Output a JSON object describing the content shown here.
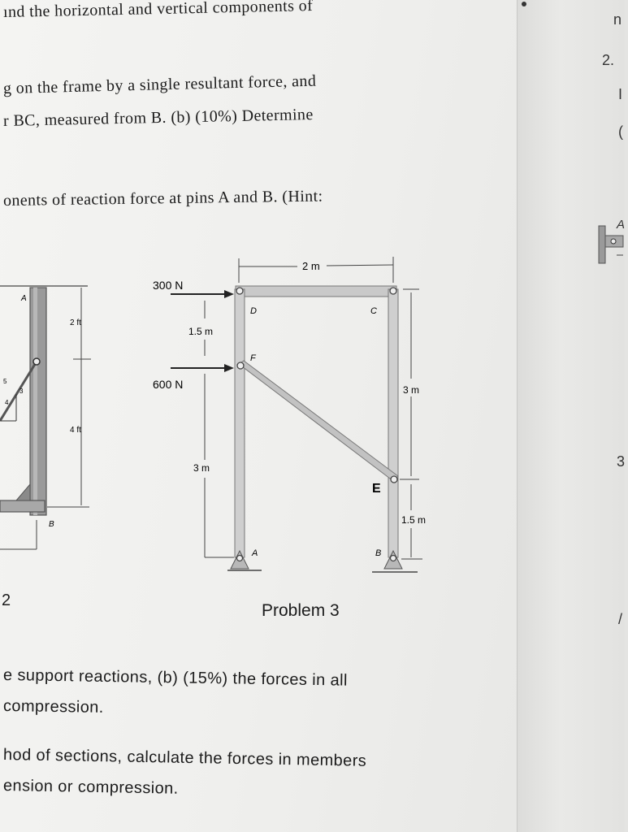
{
  "text": {
    "line1": "ınd the horizontal and vertical components of",
    "line2": "g on the frame by a single resultant force, and",
    "line3": "r BC, measured from B. (b) (10%) Determine",
    "line4": "onents of reaction force at pins A and B. (Hint:",
    "problem_number": "2",
    "caption": "Problem 3",
    "line5": "e support reactions, (b) (15%) the forces in all",
    "line6": "compression.",
    "line7": "hod of sections, calculate the forces in members",
    "line8": "ension or compression."
  },
  "left_figure": {
    "label_A": "A",
    "label_B": "B",
    "dim_top": "2 ft",
    "dim_bottom": "4 ft",
    "slope_a": "5",
    "slope_b": "3",
    "slope_c": "4"
  },
  "frame_figure": {
    "dim_top": "2 m",
    "force_top": "300 N",
    "force_mid": "600 N",
    "dim_upper_left": "1.5 m",
    "dim_lower_left": "3 m",
    "dim_right_upper": "3 m",
    "dim_right_lower": "1.5 m",
    "label_D": "D",
    "label_C": "C",
    "label_F": "F",
    "label_E": "E",
    "label_A": "A",
    "label_B": "B"
  },
  "right_page": {
    "fragment_top": "n",
    "number": "2.",
    "fragment_1": "I",
    "fragment_2": "(",
    "label_A": "A",
    "fragment_3": "3",
    "fragment_4": "/"
  }
}
